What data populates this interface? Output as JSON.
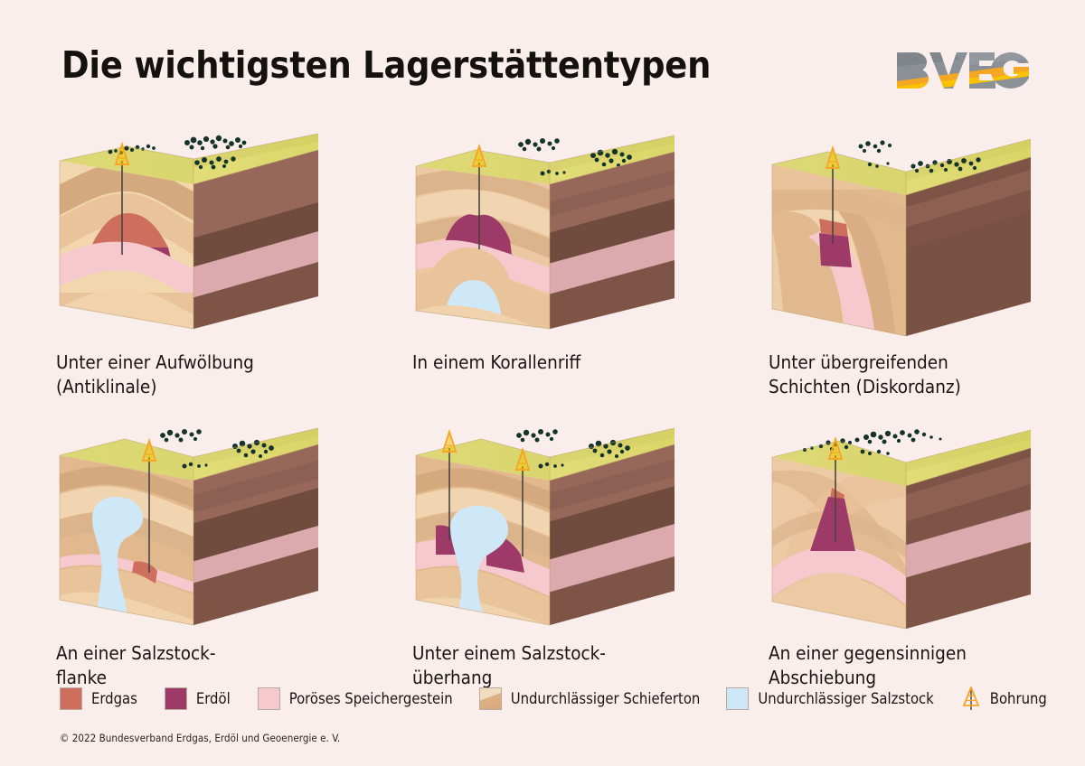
{
  "header": {
    "title": "Die wichtigsten Lagerstättentypen",
    "logo_text": "BVEG",
    "logo_gray": "#8b9097",
    "logo_orange": "#f5a218",
    "logo_yellow": "#f8c200"
  },
  "palette": {
    "background": "#faeeec",
    "grass_top": "#e2dd6e",
    "grass_top_light": "#e8e382",
    "grass_top_shade": "#d3ce63",
    "tree": "#14332b",
    "gas": "#cd6f5c",
    "oil": "#9e3a68",
    "porous_rock": "#f6c9cf",
    "shale": "#e5bd95",
    "salt": "#cfe8f7",
    "side_brown_light": "#97685a",
    "side_brown_dark": "#6f4c3e",
    "side_pink": "#dca9af",
    "borehole": "#4a4340",
    "rig_orange": "#f5a623",
    "text": "#1a1513"
  },
  "panels": [
    {
      "id": "anticline",
      "caption": "Unter einer Aufwölbung\n(Antiklinale)",
      "rigs": 1,
      "features": [
        "gas cap",
        "oil layer",
        "anticline fold",
        "porous reservoir"
      ]
    },
    {
      "id": "coral-reef",
      "caption": "In einem Korallenriff",
      "rigs": 1,
      "features": [
        "oil dome",
        "reef mound",
        "salt body"
      ]
    },
    {
      "id": "unconformity",
      "caption": "Unter übergreifenden\nSchichten (Diskordanz)",
      "rigs": 1,
      "features": [
        "tilted beds",
        "truncation surface",
        "gas cap",
        "oil pocket"
      ]
    },
    {
      "id": "salt-flank",
      "caption": "An einer Salzstock-\nflanke",
      "rigs": 1,
      "features": [
        "salt diapir",
        "gas trap on flank"
      ]
    },
    {
      "id": "salt-overhang",
      "caption": "Unter einem Salzstock-\nüberhang",
      "rigs": 2,
      "features": [
        "salt overhang",
        "two oil pockets"
      ]
    },
    {
      "id": "normal-fault",
      "caption": "An einer gegensinnigen\nAbschiebung",
      "rigs": 1,
      "features": [
        "normal fault",
        "oil wedge",
        "gas cap"
      ]
    }
  ],
  "legend": {
    "items": [
      {
        "label": "Erdgas",
        "color": "#cd6f5c",
        "icon": "color-swatch"
      },
      {
        "label": "Erdöl",
        "color": "#9e3a68",
        "icon": "color-swatch"
      },
      {
        "label": "Poröses Speichergestein",
        "color": "#f6c9cf",
        "icon": "color-swatch"
      },
      {
        "label": "Undurchlässiger Schieferton",
        "color": "#e5bd95",
        "icon": "color-swatch"
      },
      {
        "label": "Undurchlässiger Salzstock",
        "color": "#cfe8f7",
        "icon": "color-swatch"
      },
      {
        "label": "Bohrung",
        "color": "#f5a623",
        "icon": "drill-rig-icon"
      }
    ]
  },
  "footer": {
    "copyright": "© 2022 Bundesverband Erdgas, Erdöl und Geoenergie e. V."
  }
}
